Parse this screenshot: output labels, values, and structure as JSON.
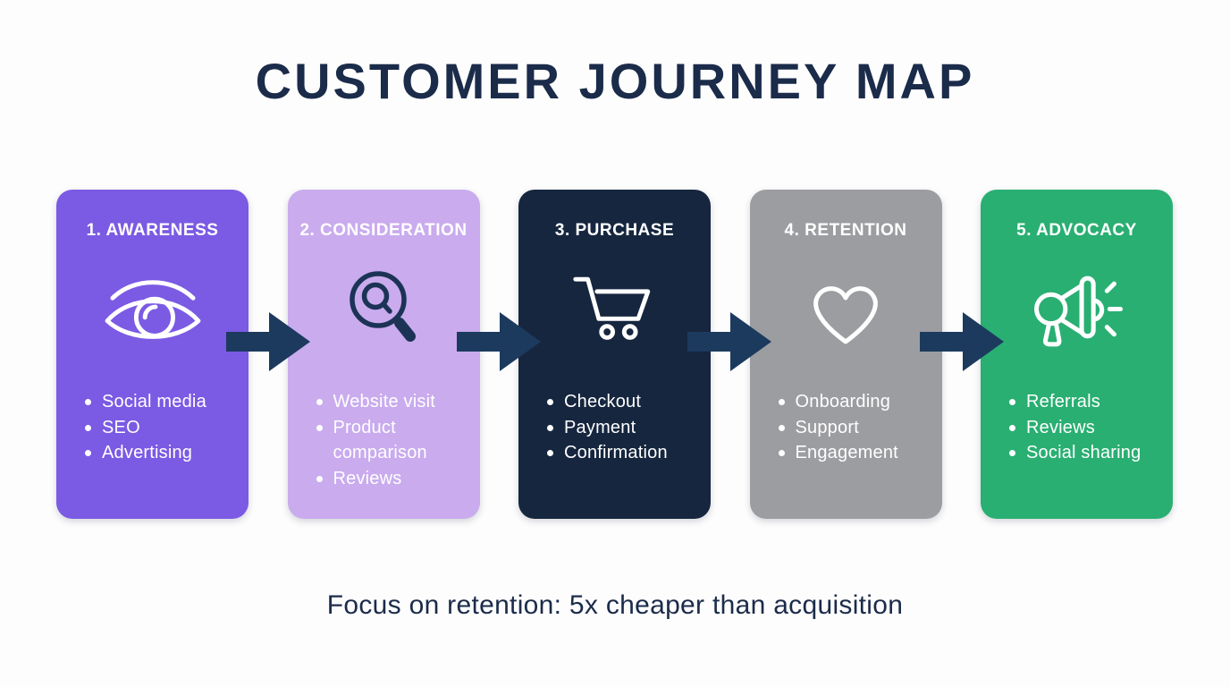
{
  "title": "CUSTOMER JOURNEY MAP",
  "footnote": "Focus on retention: 5x cheaper than acquisition",
  "colors": {
    "background": "#fdfdfd",
    "title": "#1b2b4a",
    "footnote": "#1b2b4a",
    "arrow": "#1c3a5e"
  },
  "stages": [
    {
      "title": "1. AWARENESS",
      "icon": "eye-icon",
      "color": "#7b5ae4",
      "icon_color": "#ffffff",
      "text_color": "#ffffff",
      "items": [
        "Social media",
        "SEO",
        "Advertising"
      ]
    },
    {
      "title": "2. CONSIDERATION",
      "icon": "magnifier-icon",
      "color": "#c9abee",
      "icon_color": "#1c3355",
      "text_color": "#ffffff",
      "items": [
        "Website visit",
        "Product comparison",
        "Reviews"
      ]
    },
    {
      "title": "3. PURCHASE",
      "icon": "shopping-cart-icon",
      "color": "#16263f",
      "icon_color": "#ffffff",
      "text_color": "#ffffff",
      "items": [
        "Checkout",
        "Payment",
        "Confirmation"
      ]
    },
    {
      "title": "4. RETENTION",
      "icon": "heart-icon",
      "color": "#9c9da1",
      "icon_color": "#ffffff",
      "text_color": "#ffffff",
      "items": [
        "Onboarding",
        "Support",
        "Engagement"
      ]
    },
    {
      "title": "5. ADVOCACY",
      "icon": "megaphone-icon",
      "color": "#29af72",
      "icon_color": "#ffffff",
      "text_color": "#ffffff",
      "items": [
        "Referrals",
        "Reviews",
        "Social sharing"
      ]
    }
  ]
}
